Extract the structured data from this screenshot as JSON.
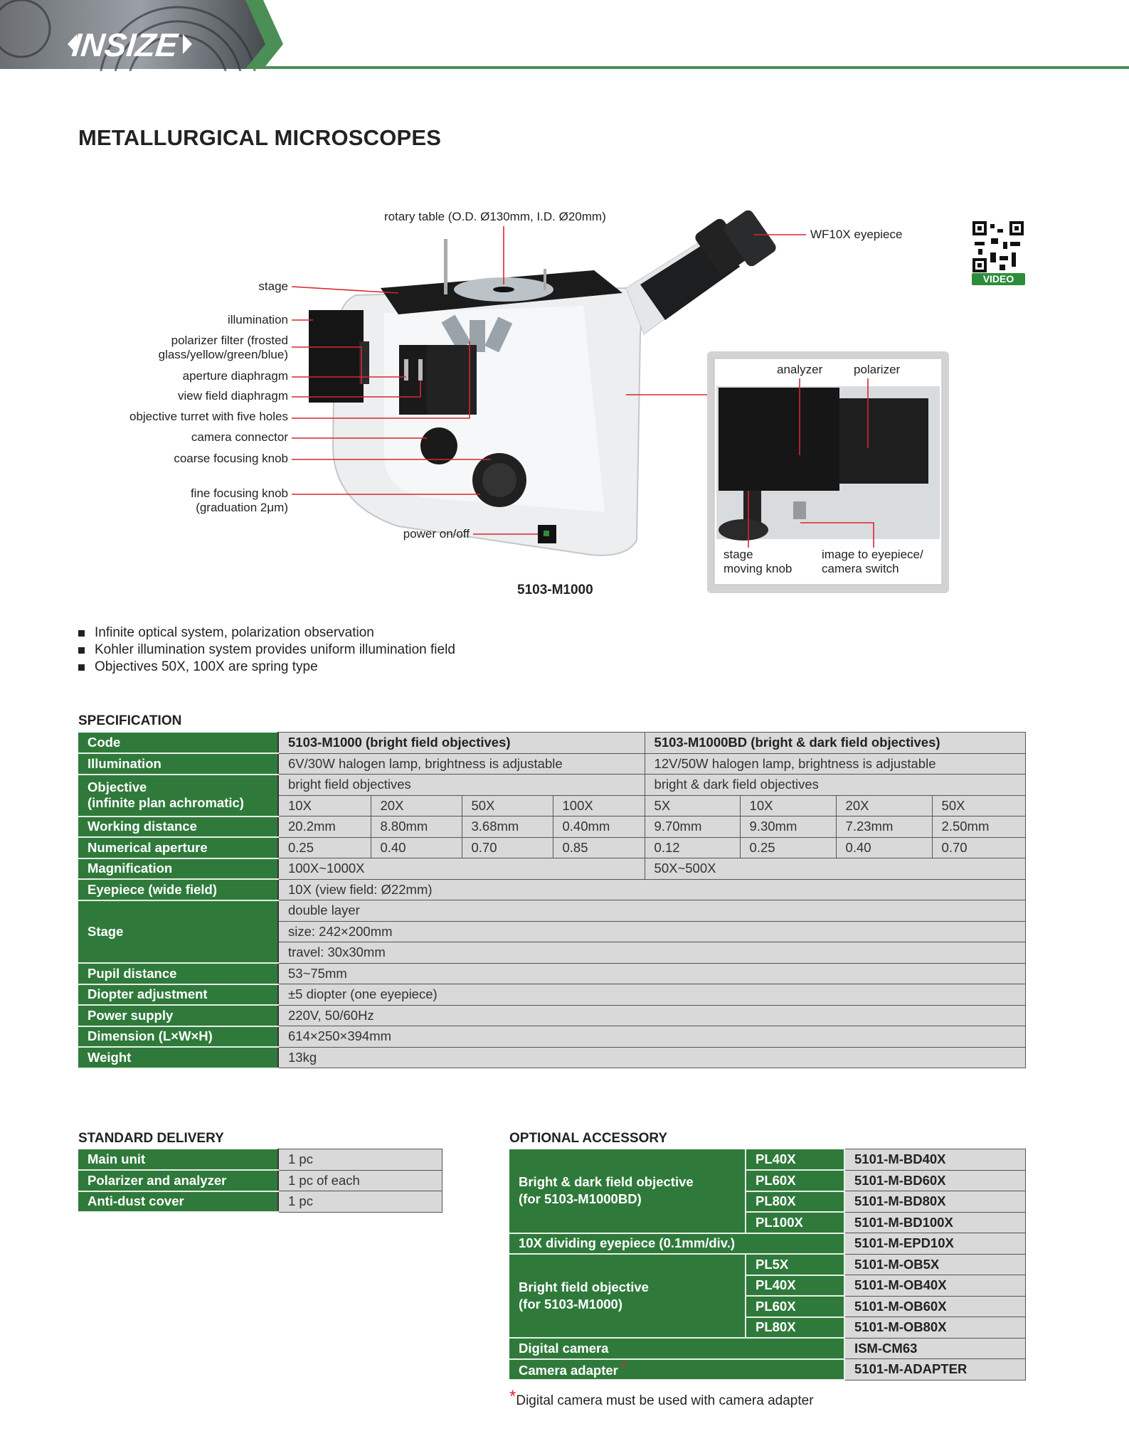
{
  "brand": {
    "logo_text": "INSIZE",
    "accent": "#2f7a3b",
    "header_green": "#4b8f57"
  },
  "page_title": "METALLURGICAL MICROSCOPES",
  "diagram": {
    "model": "5103-M1000",
    "labels": {
      "rotary_table": "rotary table (O.D. Ø130mm, I.D. Ø20mm)",
      "eyepiece": "WF10X eyepiece",
      "stage": "stage",
      "illumination": "illumination",
      "polarizer_filter_1": "polarizer filter (frosted",
      "polarizer_filter_2": "glass/yellow/green/blue)",
      "aperture": "aperture diaphragm",
      "view_field": "view field diaphragm",
      "turret": "objective turret with five holes",
      "camera_connector": "camera connector",
      "coarse": "coarse focusing knob",
      "fine_1": "fine focusing knob",
      "fine_2": "(graduation 2μm)",
      "power": "power on/off"
    },
    "inset": {
      "analyzer": "analyzer",
      "polarizer": "polarizer",
      "stage_knob_1": "stage",
      "stage_knob_2": "moving knob",
      "switch_1": "image to eyepiece/",
      "switch_2": "camera switch"
    },
    "qr_label": "VIDEO"
  },
  "features": [
    "Infinite optical system, polarization observation",
    "Kohler illumination system provides uniform illumination field",
    "Objectives 50X, 100X are spring type"
  ],
  "spec": {
    "heading": "SPECIFICATION",
    "code": {
      "label": "Code",
      "a": "5103-M1000 (bright field objectives)",
      "b": "5103-M1000BD (bright & dark field objectives)"
    },
    "illumination": {
      "label": "Illumination",
      "a": "6V/30W halogen lamp, brightness is adjustable",
      "b": "12V/50W halogen lamp, brightness is adjustable"
    },
    "objective": {
      "label_1": "Objective",
      "label_2": "(infinite plan achromatic)",
      "a": "bright field objectives",
      "b": "bright & dark field objectives",
      "values": [
        "10X",
        "20X",
        "50X",
        "100X",
        "5X",
        "10X",
        "20X",
        "50X"
      ]
    },
    "working_distance": {
      "label": "Working distance",
      "values": [
        "20.2mm",
        "8.80mm",
        "3.68mm",
        "0.40mm",
        "9.70mm",
        "9.30mm",
        "7.23mm",
        "2.50mm"
      ]
    },
    "numerical_aperture": {
      "label": "Numerical aperture",
      "values": [
        "0.25",
        "0.40",
        "0.70",
        "0.85",
        "0.12",
        "0.25",
        "0.40",
        "0.70"
      ]
    },
    "magnification": {
      "label": "Magnification",
      "a": "100X~1000X",
      "b": "50X~500X"
    },
    "eyepiece": {
      "label": "Eyepiece (wide field)",
      "value": "10X (view field: Ø22mm)"
    },
    "stage": {
      "label": "Stage",
      "values": [
        "double layer",
        "size: 242×200mm",
        "travel: 30x30mm"
      ]
    },
    "pupil": {
      "label": "Pupil distance",
      "value": "53~75mm"
    },
    "diopter": {
      "label": "Diopter adjustment",
      "value": "±5 diopter (one eyepiece)"
    },
    "power": {
      "label": "Power supply",
      "value": "220V, 50/60Hz"
    },
    "dimension": {
      "label": "Dimension (L×W×H)",
      "value": "614×250×394mm"
    },
    "weight": {
      "label": "Weight",
      "value": "13kg"
    }
  },
  "standard_delivery": {
    "heading": "STANDARD DELIVERY",
    "rows": [
      {
        "item": "Main unit",
        "qty": "1 pc"
      },
      {
        "item": "Polarizer and analyzer",
        "qty": "1 pc of each"
      },
      {
        "item": "Anti-dust cover",
        "qty": "1 pc"
      }
    ]
  },
  "optional": {
    "heading": "OPTIONAL ACCESSORY",
    "bd_label_1": "Bright & dark field objective",
    "bd_label_2": "(for 5103-M1000BD)",
    "bd": [
      {
        "m": "PL40X",
        "c": "5101-M-BD40X"
      },
      {
        "m": "PL60X",
        "c": "5101-M-BD60X"
      },
      {
        "m": "PL80X",
        "c": "5101-M-BD80X"
      },
      {
        "m": "PL100X",
        "c": "5101-M-BD100X"
      }
    ],
    "eyepiece": {
      "label": "10X dividing eyepiece (0.1mm/div.)",
      "code": "5101-M-EPD10X"
    },
    "bf_label_1": "Bright field objective",
    "bf_label_2": "(for 5103-M1000)",
    "bf": [
      {
        "m": "PL5X",
        "c": "5101-M-OB5X"
      },
      {
        "m": "PL40X",
        "c": "5101-M-OB40X"
      },
      {
        "m": "PL60X",
        "c": "5101-M-OB60X"
      },
      {
        "m": "PL80X",
        "c": "5101-M-OB80X"
      }
    ],
    "camera": {
      "label": "Digital camera",
      "code": "ISM-CM63"
    },
    "adapter": {
      "label": "Camera adapter",
      "star": "*",
      "code": "5101-M-ADAPTER"
    },
    "footnote_star": "*",
    "footnote": "Digital camera must be used with camera adapter"
  }
}
